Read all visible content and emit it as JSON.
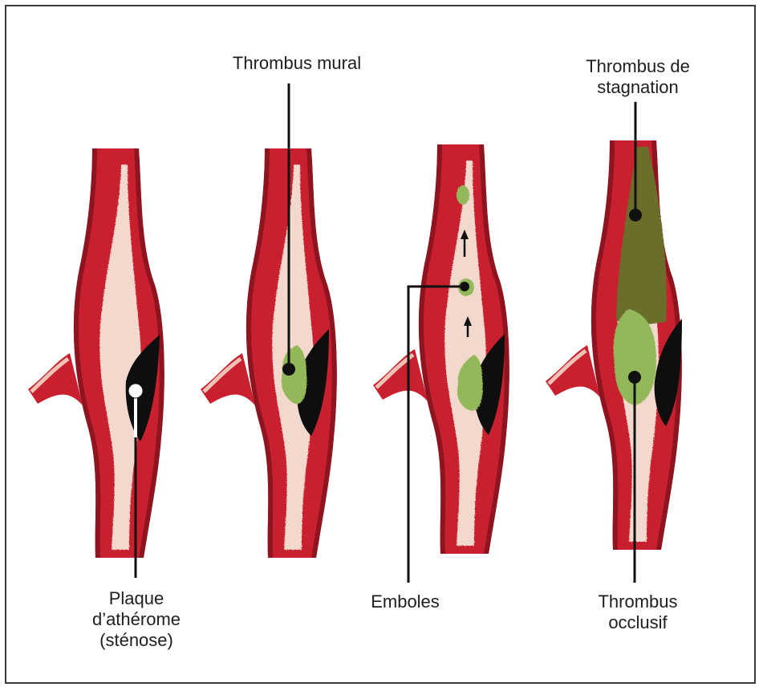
{
  "labels": {
    "plaque": [
      "Plaque",
      "d’athérome",
      "(sténose)"
    ],
    "mural": [
      "Thrombus mural"
    ],
    "emboles": [
      "Emboles"
    ],
    "stagnation": [
      "Thrombus de",
      "stagnation"
    ],
    "occlusif": [
      "Thrombus",
      "occlusif"
    ]
  },
  "colors": {
    "vessel_wall": "#c8202e",
    "vessel_dark": "#8e1420",
    "lumen": "#f3d9cd",
    "plaque": "#0e0e0e",
    "thrombus": "#93b85a",
    "stagnation_thrombus": "#6b6e2c",
    "leader": "#111111",
    "border": "#3a3a3a"
  }
}
